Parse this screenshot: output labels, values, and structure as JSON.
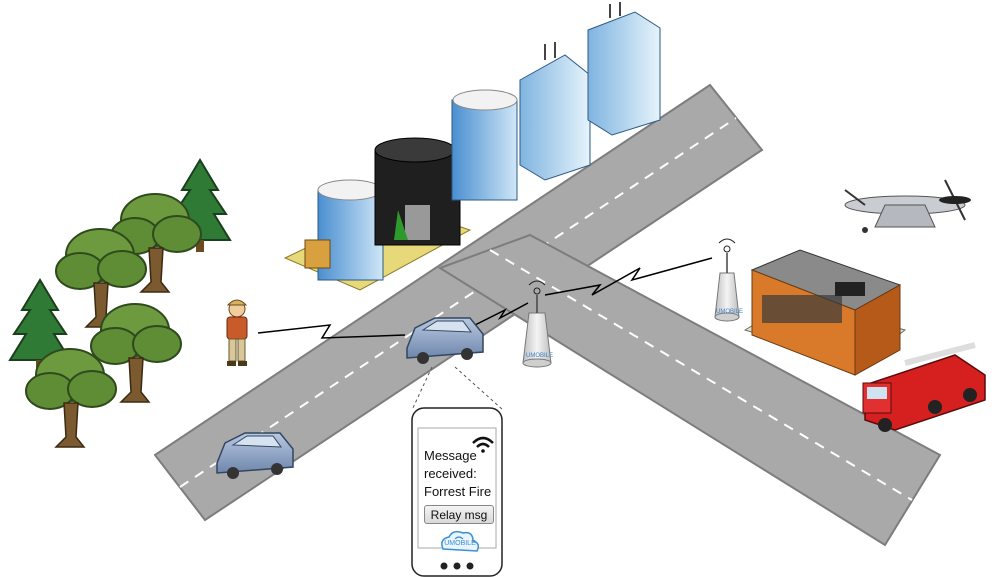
{
  "phone": {
    "message_line1": "Message",
    "message_line2": "received:",
    "message_line3": "Forrest Fire",
    "relay_button_label": "Relay msg",
    "logo_text": "UMOBILE"
  },
  "towers": [
    {
      "label": "UMOBILE"
    },
    {
      "label": "UMOBILE"
    }
  ],
  "colors": {
    "road": "#a9a9a9",
    "road_edge": "#7d7d7d",
    "car": "#8ea6c9",
    "tree_dark": "#2f6b2a",
    "tree_light": "#5c8f3a",
    "fire_truck": "#d62020",
    "drone": "#c9ccd1",
    "umobile_blue": "#3a8fd6"
  },
  "icons": [
    "wifi-icon",
    "cloud-icon",
    "tower-icon",
    "car-icon",
    "drone-icon",
    "fire-truck-icon",
    "hiker-icon",
    "tree-icon",
    "building-icon"
  ]
}
